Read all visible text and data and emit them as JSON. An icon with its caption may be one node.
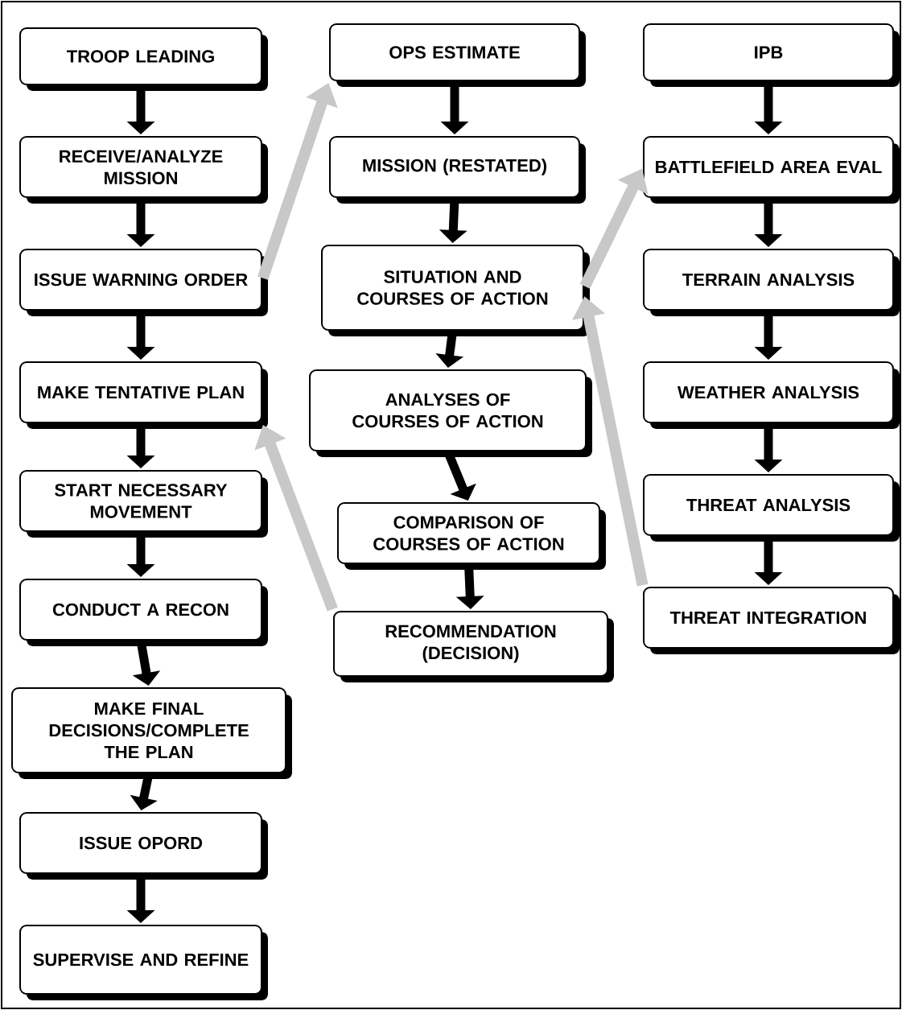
{
  "diagram": {
    "nodes": [
      {
        "text": [
          "TROOP LEADING"
        ]
      },
      {
        "text": [
          "RECEIVE/ANALYZE MISSION"
        ]
      },
      {
        "text": [
          "ISSUE WARNING ORDER"
        ]
      },
      {
        "text": [
          "MAKE TENTATIVE PLAN"
        ]
      },
      {
        "text": [
          "START NECESSARY MOVEMENT"
        ]
      },
      {
        "text": [
          "CONDUCT A RECON"
        ]
      },
      {
        "text": [
          "MAKE FINAL DECISIONS/COMPLETE THE PLAN"
        ]
      },
      {
        "text": [
          "ISSUE OPORD"
        ]
      },
      {
        "text": [
          "SUPERVISE AND REFINE"
        ]
      },
      {
        "text": [
          "OPS ESTIMATE"
        ]
      },
      {
        "text": [
          "MISSION (RESTATED)"
        ]
      },
      {
        "text": [
          "SITUATION AND COURSES OF ACTION"
        ]
      },
      {
        "text": [
          "ANALYSES OF COURSES OF ACTION"
        ]
      },
      {
        "text": [
          "COMPARISON OF COURSES OF ACTION"
        ]
      },
      {
        "text": [
          "RECOMMENDATION (DECISION)"
        ]
      },
      {
        "text": [
          "IPB"
        ]
      },
      {
        "text": [
          "BATTLEFIELD AREA EVAL"
        ]
      },
      {
        "text": [
          "TERRAIN ANALYSIS"
        ]
      },
      {
        "text": [
          "WEATHER ANALYSIS"
        ]
      },
      {
        "text": [
          "THREAT ANALYSIS"
        ]
      },
      {
        "text": [
          "THREAT INTEGRATION"
        ]
      }
    ],
    "edges": [
      {
        "from": 0,
        "to": 1,
        "arrow": "to"
      },
      {
        "from": 1,
        "to": 2,
        "arrow": "to"
      },
      {
        "from": 2,
        "to": 3,
        "arrow": "to"
      },
      {
        "from": 3,
        "to": 4,
        "arrow": "to"
      },
      {
        "from": 4,
        "to": 5,
        "arrow": "to"
      },
      {
        "from": 5,
        "to": 6,
        "arrow": "to"
      },
      {
        "from": 6,
        "to": 7,
        "arrow": "to"
      },
      {
        "from": 7,
        "to": 8,
        "arrow": "to"
      },
      {
        "from": 9,
        "to": 10,
        "arrow": "to"
      },
      {
        "from": 10,
        "to": 11,
        "arrow": "to"
      },
      {
        "from": 11,
        "to": 12,
        "arrow": "to"
      },
      {
        "from": 12,
        "to": 13,
        "arrow": "to"
      },
      {
        "from": 13,
        "to": 14,
        "arrow": "to"
      },
      {
        "from": 15,
        "to": 16,
        "arrow": "to"
      },
      {
        "from": 16,
        "to": 17,
        "arrow": "to"
      },
      {
        "from": 17,
        "to": 18,
        "arrow": "to"
      },
      {
        "from": 18,
        "to": 19,
        "arrow": "to"
      },
      {
        "from": 19,
        "to": 20,
        "arrow": "to"
      },
      {
        "from": 2,
        "to": 9,
        "arrow": "to",
        "color": "#c8c8c8"
      },
      {
        "from": 11,
        "to": 16,
        "arrow": "to",
        "color": "#c8c8c8"
      },
      {
        "from": 14,
        "to": 3,
        "arrow": "to",
        "color": "#c8c8c8"
      },
      {
        "from": 20,
        "to": 11,
        "arrow": "to",
        "color": "#c8c8c8"
      }
    ]
  }
}
